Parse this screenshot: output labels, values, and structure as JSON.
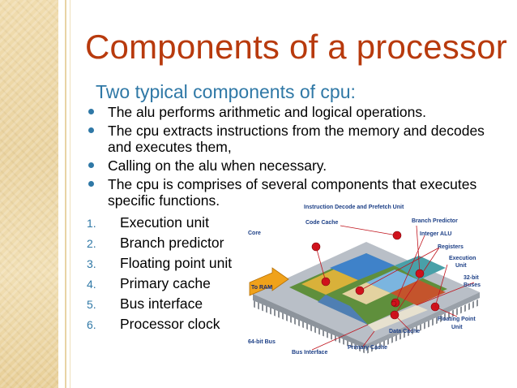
{
  "slide": {
    "title": "Components of a processor",
    "subtitle": "Two typical components of cpu:",
    "bullets": [
      "The alu performs arithmetic and logical operations.",
      "The cpu extracts instructions from the memory and decodes and executes them,",
      "Calling on the alu when necessary.",
      "The cpu is comprises of several components that executes specific functions."
    ],
    "numbered": [
      {
        "num": "1.",
        "text": "Execution unit"
      },
      {
        "num": "2.",
        "text": "Branch predictor"
      },
      {
        "num": "3.",
        "text": "Floating point unit"
      },
      {
        "num": "4.",
        "text": "Primary cache"
      },
      {
        "num": "5.",
        "text": "Bus interface"
      },
      {
        "num": "6.",
        "text": "Processor clock"
      }
    ]
  },
  "diagram": {
    "labels": {
      "instruction_decode": "Instruction Decode and Prefetch Unit",
      "code_cache": "Code Cache",
      "branch_predictor": "Branch Predictor",
      "core": "Core",
      "integer_alu": "Integer ALU",
      "registers": "Registers",
      "execution_unit_1": "Execution",
      "execution_unit_2": "Unit",
      "to_ram": "To RAM",
      "bit32_1": "32-bit",
      "bit32_2": "Buses",
      "floating_point_1": "Floating Point",
      "floating_point_2": "Unit",
      "bit64": "64-bit Bus",
      "data_cache": "Data Cache",
      "bus_interface": "Bus Interface",
      "primary_cache": "Primary Cache"
    }
  },
  "colors": {
    "title": "#b83a0d",
    "subtitle": "#2f78a6",
    "bullet": "#2f78a6",
    "label": "#1c3f86"
  }
}
